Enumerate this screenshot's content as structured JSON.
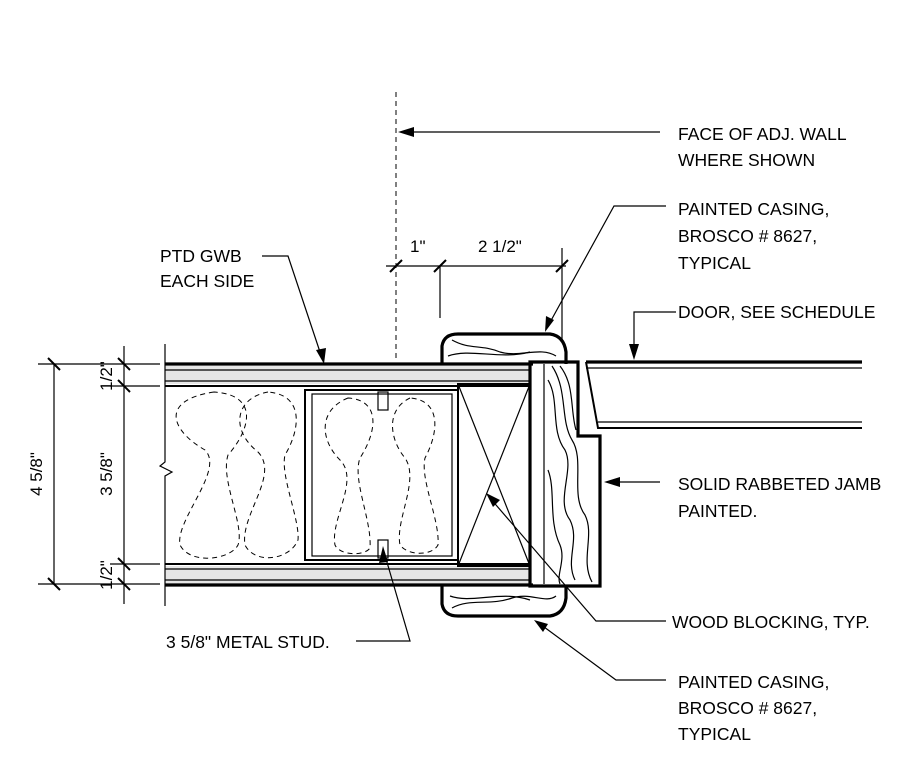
{
  "notes": {
    "face_of_wall": [
      "FACE OF ADJ. WALL",
      "WHERE SHOWN"
    ],
    "casing_top": [
      "PAINTED CASING,",
      "BROSCO # 8627,",
      "TYPICAL"
    ],
    "ptd_gwb": [
      "PTD GWB",
      "EACH SIDE"
    ],
    "door": "DOOR, SEE SCHEDULE",
    "jamb": [
      "SOLID RABBETED JAMB",
      "PAINTED."
    ],
    "blocking": "WOOD BLOCKING, TYP.",
    "stud": "3 5/8\" METAL STUD.",
    "casing_bottom": [
      "PAINTED CASING,",
      "BROSCO # 8627,",
      "TYPICAL"
    ]
  },
  "dimensions": {
    "top_1": "1\"",
    "top_2": "2 1/2\"",
    "overall": "4 5/8\"",
    "gwb_top": "1/2\"",
    "stud": "3 5/8\"",
    "gwb_bottom": "1/2\""
  }
}
